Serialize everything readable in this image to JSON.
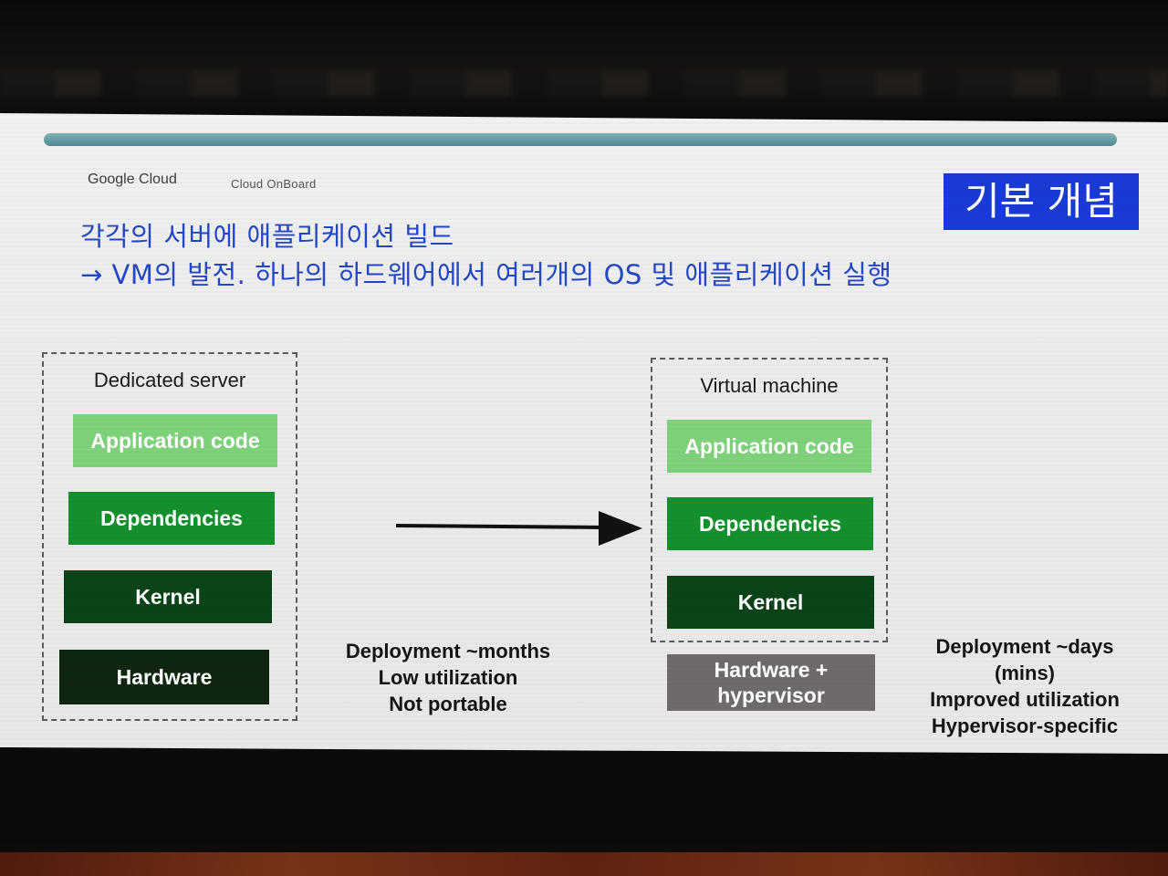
{
  "slide": {
    "brand": "Google Cloud",
    "brand_sub": "Cloud OnBoard",
    "badge": "기본 개념",
    "headline_line1": "각각의 서버에 애플리케이션 빌드",
    "headline_line2": "→ VM의 발전. 하나의 하드웨어에서 여러개의 OS 및 애플리케이션 실행"
  },
  "dedicated": {
    "title": "Dedicated server",
    "layers": [
      "Application code",
      "Dependencies",
      "Kernel",
      "Hardware"
    ],
    "notes": [
      "Deployment ~months",
      "Low utilization",
      "Not portable"
    ]
  },
  "vm": {
    "title": "Virtual machine",
    "layers": [
      "Application code",
      "Dependencies",
      "Kernel"
    ],
    "hardware": [
      "Hardware +",
      "hypervisor"
    ],
    "notes": [
      "Deployment ~days",
      "(mins)",
      "Improved utilization",
      "Hypervisor-specific"
    ]
  },
  "colors": {
    "app_code": "#7fd27b",
    "dependencies": "#14912e",
    "kernel": "#0a4418",
    "hardware": "#0f2610",
    "hypervisor": "#6f6b6b",
    "headline": "#2547c6",
    "badge": "#1a3ad6"
  }
}
